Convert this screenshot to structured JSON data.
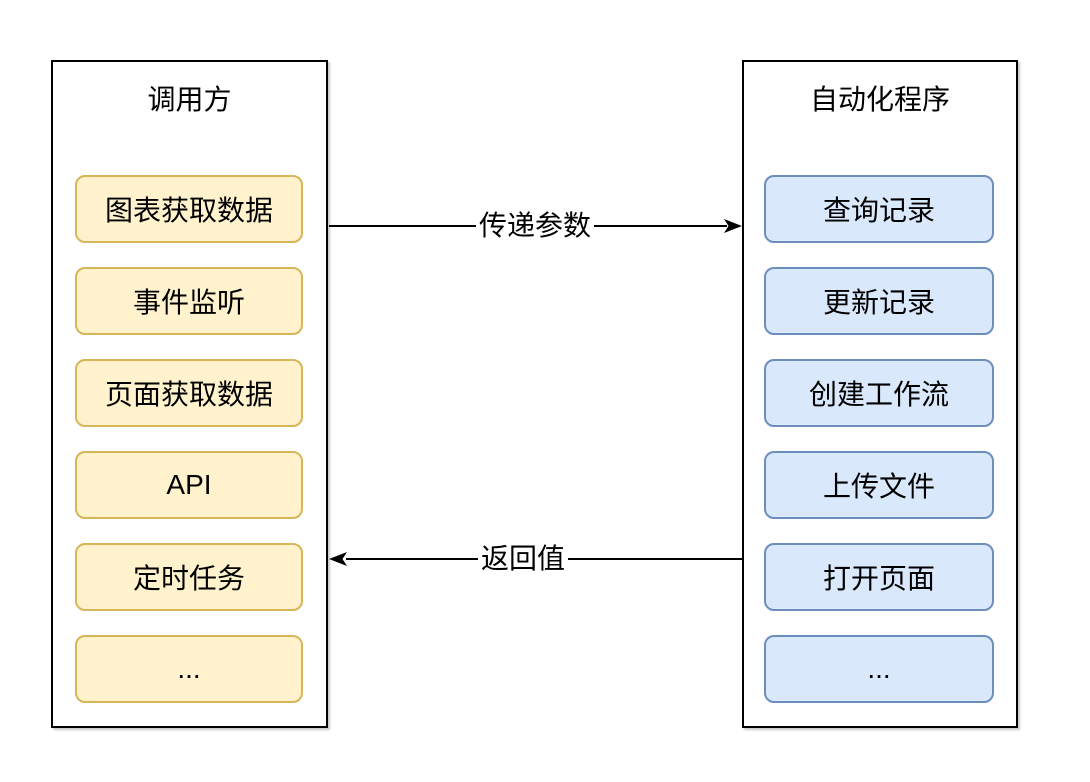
{
  "diagram": {
    "left_panel": {
      "title": "调用方",
      "items": [
        "图表获取数据",
        "事件监听",
        "页面获取数据",
        "API",
        "定时任务",
        "..."
      ]
    },
    "right_panel": {
      "title": "自动化程序",
      "items": [
        "查询记录",
        "更新记录",
        "创建工作流",
        "上传文件",
        "打开页面",
        "..."
      ]
    },
    "arrows": {
      "top": {
        "label": "传递参数",
        "direction": "left-to-right"
      },
      "bottom": {
        "label": "返回值",
        "direction": "right-to-left"
      }
    },
    "colors": {
      "caller_node_fill": "#FFF2CC",
      "caller_node_border": "#D6B656",
      "automation_node_fill": "#DAE8FC",
      "automation_node_border": "#6C8EBF",
      "container_border": "#000000",
      "arrow": "#000000",
      "background": "#FFFFFF"
    }
  }
}
